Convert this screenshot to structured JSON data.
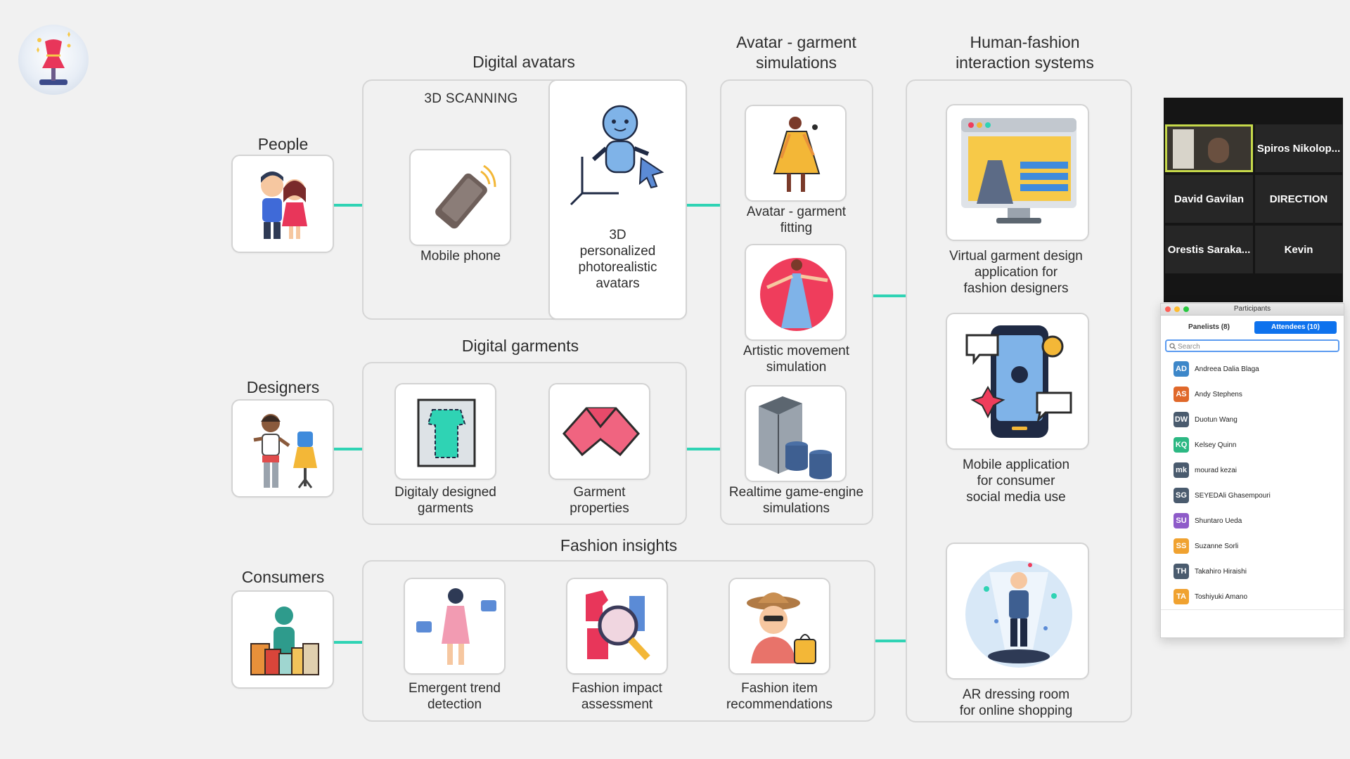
{
  "columns": {
    "people_header": "People",
    "designers_header": "Designers",
    "consumers_header": "Consumers",
    "digital_avatars": "Digital avatars",
    "scanning": "3D SCANNING",
    "digital_garments": "Digital garments",
    "fashion_insights": "Fashion insights",
    "avatar_garment_sim": "Avatar - garment\nsimulations",
    "human_fashion": "Human-fashion\ninteraction systems"
  },
  "cards": {
    "mobile_phone": "Mobile phone",
    "avatars_3d": "3D\npersonalized\nphotorealistic\navatars",
    "digitaly_designed": "Digitaly designed\ngarments",
    "garment_properties": "Garment\nproperties",
    "avatar_fitting": "Avatar - garment\nfitting",
    "artistic_movement": "Artistic movement\nsimulation",
    "realtime_engine": "Realtime game-engine\nsimulations",
    "emergent_trend": "Emergent trend\ndetection",
    "fashion_impact": "Fashion impact\nassessment",
    "fashion_item": "Fashion item\nrecommendations",
    "virtual_garment": "Virtual garment design\napplication for\nfashion designers",
    "mobile_app": "Mobile application\nfor consumer\nsocial media use",
    "ar_dressing": "AR dressing room\nfor online shopping"
  },
  "zoom": {
    "video_tiles": [
      "Spiros Nikolop...",
      "David Gavilan",
      "DIRECTION",
      "Orestis Saraka...",
      "Kevin"
    ],
    "participants_title": "Participants",
    "tab_panelists": "Panelists (8)",
    "tab_attendees": "Attendees (10)",
    "search_placeholder": "Search",
    "attendees": [
      {
        "initials": "AD",
        "name": "Andreea Dalia Blaga",
        "color": "#3d87c9"
      },
      {
        "initials": "AS",
        "name": "Andy Stephens",
        "color": "#e0682a"
      },
      {
        "initials": "DW",
        "name": "Duotun Wang",
        "color": "#4a5b6e"
      },
      {
        "initials": "KQ",
        "name": "Kelsey Quinn",
        "color": "#2cb883"
      },
      {
        "initials": "mk",
        "name": "mourad kezai",
        "color": "#4a5b6e"
      },
      {
        "initials": "SG",
        "name": "SEYEDAli Ghasempouri",
        "color": "#4a5b6e"
      },
      {
        "initials": "SU",
        "name": "Shuntaro Ueda",
        "color": "#8e5bc9"
      },
      {
        "initials": "SS",
        "name": "Suzanne Sorli",
        "color": "#f0a230"
      },
      {
        "initials": "TH",
        "name": "Takahiro Hiraishi",
        "color": "#4a5b6e"
      },
      {
        "initials": "TA",
        "name": "Toshiyuki Amano",
        "color": "#f0a230"
      }
    ]
  },
  "colors": {
    "connector": "#2fd3b4",
    "attendees_tab": "#0e72ed",
    "active_speaker_border": "#c6d94a"
  }
}
